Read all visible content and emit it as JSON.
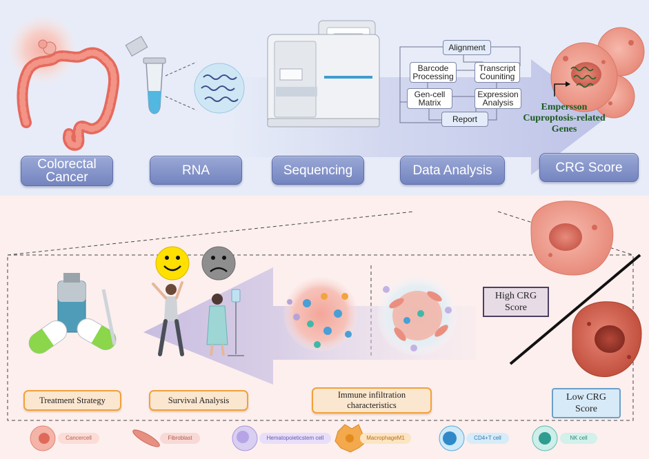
{
  "steps": {
    "colorectal": "Colorectal\nCancer",
    "rna": "RNA",
    "sequencing": "Sequencing",
    "data_analysis": "Data Analysis",
    "crg_score": "CRG Score"
  },
  "pipeline": {
    "alignment": "Alignment",
    "barcode": "Barcode\nProcessing",
    "transcript": "Transcript\nCouniting",
    "gencell": "Gen-cell\nMatrix",
    "expression": "Expression\nAnalysis",
    "report": "Report"
  },
  "expression_text": "Empersson\nCuproptosis-related\nGenes",
  "bottom": {
    "treatment": "Treatment Strategy",
    "survival": "Survival Analysis",
    "immune": "Immune infiltration\ncharacteristics",
    "high_score": "High CRG\nScore",
    "low_score": "Low CRG\nScore"
  },
  "legend": [
    {
      "label": "Cancercell",
      "icon": "cancer-cell-icon"
    },
    {
      "label": "Fibroblast",
      "icon": "fibroblast-icon"
    },
    {
      "label": "Hematopoieticstem cell",
      "icon": "hematopoietic-stem-cell-icon"
    },
    {
      "label": "MacrophageM1",
      "icon": "macrophage-icon"
    },
    {
      "label": "CD4+T cell",
      "icon": "cd4-t-cell-icon"
    },
    {
      "label": "NK cell",
      "icon": "nk-cell-icon"
    }
  ],
  "colors": {
    "top_panel": "#e7ecf8",
    "bottom_panel": "#fcefee",
    "step_label": "#8391c9",
    "orange_border": "#f1a03b",
    "green_text": "#1c5a20"
  }
}
